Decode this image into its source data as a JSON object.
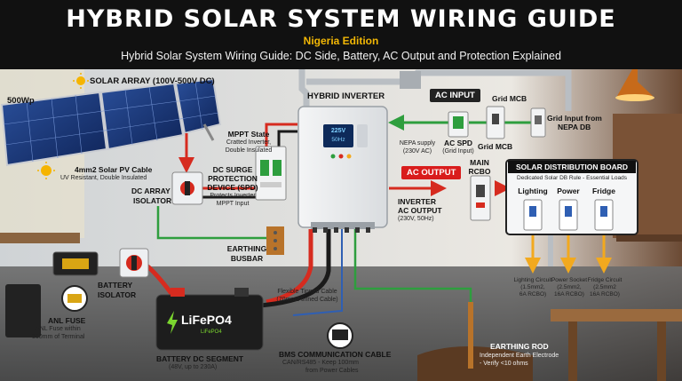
{
  "header": {
    "title": "HYBRID SOLAR SYSTEM WIRING GUIDE",
    "edition": "Nigeria Edition",
    "subtitle": "Hybrid Solar System Wiring Guide: DC Side, Battery, AC Output and Protection Explained"
  },
  "solar": {
    "wattage": "500Wp",
    "array_label": "SOLAR ARRAY (100V-500V DC)",
    "cable_title": "4mm2 Solar PV Cable",
    "cable_note": "UV Resistant, Double Insulated",
    "isolator_line1": "DC ARRAY",
    "isolator_line2": "ISOLATOR"
  },
  "mppt": {
    "title": "MPPT State",
    "line1": "Cratted Inverter,",
    "line2": "Double Insulated"
  },
  "spd": {
    "line1": "DC SURGE",
    "line2": "PROTECTION",
    "line3": "DEVICE (SPD)",
    "note1": "Protects Inverter",
    "note2": "MPPT Input"
  },
  "inverter": {
    "label": "HYBRID INVERTER",
    "screen_line1": "225V",
    "screen_line2": "50Hz"
  },
  "ac_input": {
    "badge": "AC INPUT",
    "grid_mcb_top": "Grid MCB",
    "grid_mcb_bottom": "Grid MCB",
    "grid_input_line1": "Grid Input from",
    "grid_input_line2": "NEPA DB",
    "nepa_line1": "NEPA supply",
    "nepa_line2": "(230V AC)",
    "spd_line1": "AC SPD",
    "spd_line2": "(Grid Input)"
  },
  "ac_output": {
    "badge": "AC OUTPUT",
    "rcbo_line1": "MAIN",
    "rcbo_line2": "RCBO",
    "inv_out_line1": "INVERTER",
    "inv_out_line2": "AC OUTPUT",
    "inv_out_line3": "(230V, 50Hz)"
  },
  "distribution_board": {
    "title": "SOLAR DISTRIBUTION BOARD",
    "subtitle": "Dedicated Solar DB Rule - Essential Loads",
    "circuits": [
      {
        "name": "Lighting",
        "desc1": "Lighting Circuit",
        "desc2": "(1.5mm2,",
        "desc3": "6A RCBO)"
      },
      {
        "name": "Power",
        "desc1": "Power Socket",
        "desc2": "(2.5mm2,",
        "desc3": "16A RCBO)"
      },
      {
        "name": "Fridge",
        "desc1": "Fridge Circuit",
        "desc2": "(2.5mm2",
        "desc3": "16A RCBO)"
      }
    ]
  },
  "earthing": {
    "busbar_line1": "EARTHING",
    "busbar_line2": "BUSBAR",
    "rod_label": "EARTHING ROD",
    "rod_note1": "Independent Earth Electrode",
    "rod_note2": "- Verify <10 ohms"
  },
  "battery": {
    "brand": "LiFePO4",
    "sub": "LiFePO4",
    "segment_line1": "BATTERY DC SEGMENT",
    "segment_line2": "(48V, up to 230A)",
    "isolator_line1": "BATTERY",
    "isolator_line2": "ISOLATOR",
    "anl_title": "ANL FUSE",
    "anl_note1": "ANL Fuse within",
    "anl_note2": "300mm of Terminal"
  },
  "cables": {
    "flex_line1": "Flexible Tinned Cable",
    "flex_line2": "(70mm2 tinned Cable)"
  },
  "bms": {
    "title": "BMS COMMUNICATION CABLE",
    "line1": "CAN/RS485 - Keep 100mm",
    "line2": "from Power Cables"
  },
  "colors": {
    "dc_positive": "#d62b1f",
    "dc_negative": "#1a1a1a",
    "earth": "#2e9e3e",
    "ac_output": "#d62b1f",
    "ac_input": "#2e9e3e",
    "accent_badge": "#d91c1c",
    "edition_gold": "#f2b705",
    "load_arrow": "#f2a91e"
  }
}
